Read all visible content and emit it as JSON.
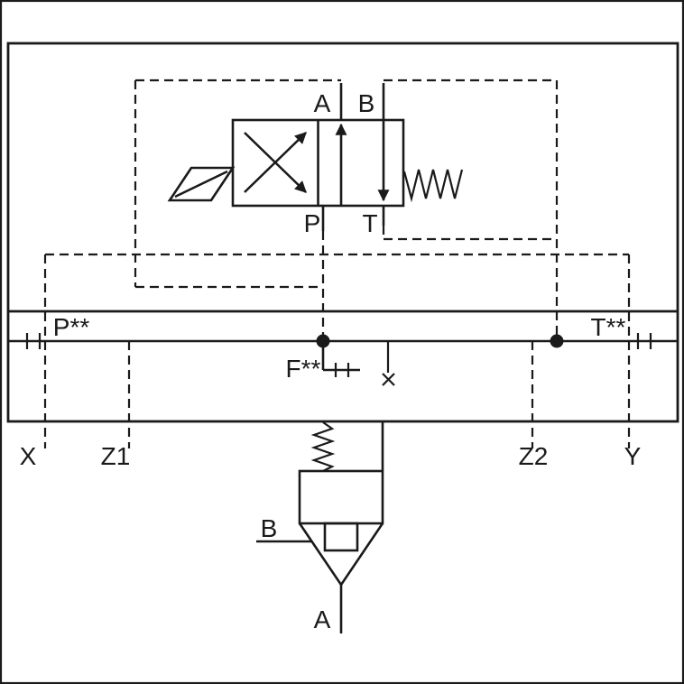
{
  "colors": {
    "line": "#1a1a1a",
    "background": "#ffffff"
  },
  "pilot_valve": {
    "port_a": "A",
    "port_b": "B",
    "port_p": "P",
    "port_t": "T"
  },
  "manifold": {
    "pilot_supply": "P**",
    "pilot_drain": "T**",
    "gauge_port": "F**"
  },
  "external_ports": {
    "x": "X",
    "z1": "Z1",
    "z2": "Z2",
    "y": "Y"
  },
  "main_valve": {
    "port_b": "B",
    "port_a": "A"
  }
}
